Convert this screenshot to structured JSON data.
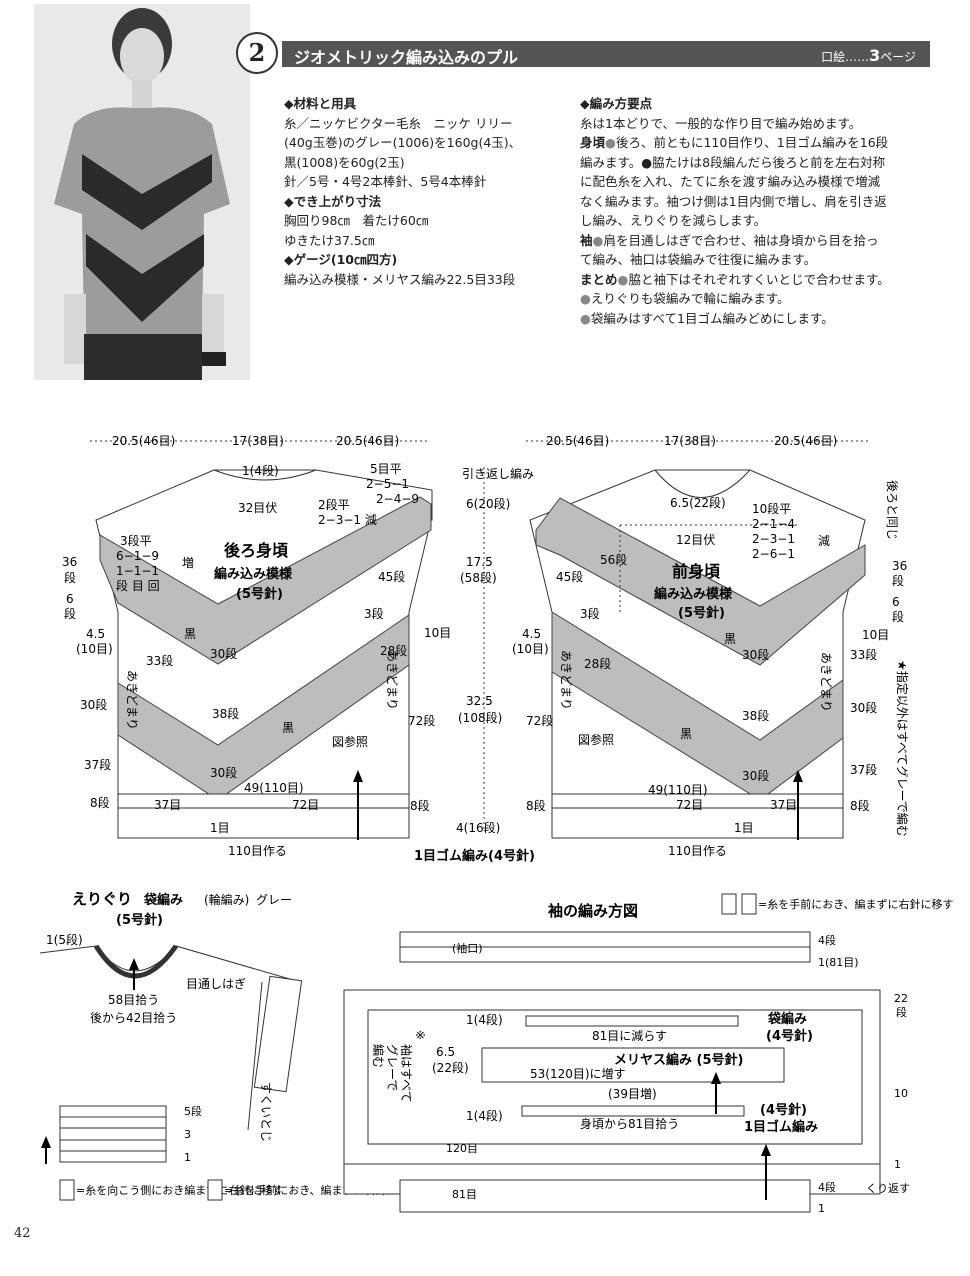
{
  "header": {
    "number": "2",
    "title": "ジオメトリック編み込みのプル",
    "page_ref_prefix": "口絵",
    "page_ref_dots": "……",
    "page_ref_num": "3",
    "page_ref_suffix": "ページ"
  },
  "materials": {
    "heading": "◆材料と用具",
    "lines": [
      "糸／ニッケビクター毛糸　ニッケ リリー",
      "(40g玉巻)のグレー(1006)を160g(4玉)、",
      "黒(1008)を60g(2玉)",
      "針／5号・4号2本棒針、5号4本棒針"
    ]
  },
  "finished": {
    "heading": "◆でき上がり寸法",
    "lines": [
      "胸回り98㎝　着たけ60㎝",
      "ゆきたけ37.5㎝"
    ]
  },
  "gauge": {
    "heading": "◆ゲージ(10㎝四方)",
    "lines": [
      "編み込み模様・メリヤス編み22.5目33段"
    ]
  },
  "method": {
    "heading": "◆編み方要点",
    "p1": "糸は1本どりで、一般的な作り目で編み始めます。",
    "body_label": "身頃",
    "body_lines": [
      "後ろ、前ともに110目作り、1目ゴム編みを16段",
      "編みます。●脇たけは8段編んだら後ろと前を左右対称",
      "に配色糸を入れ、たてに糸を渡す編み込み模様で増減",
      "なく編みます。袖つけ側は1目内側で増し、肩を引き返",
      "し編み、えりぐりを減らします。"
    ],
    "sleeve_label": "袖",
    "sleeve_lines": [
      "肩を目通しはぎで合わせ、袖は身頃から目を拾っ",
      "て編み、袖口は袋編みで往復に編みます。"
    ],
    "finish_label": "まとめ",
    "finish_lines": [
      "脇と袖下はそれぞれすくいとじで合わせます。"
    ],
    "note_lines": [
      "えりぐりも袋編みで輪に編みます。",
      "袋編みはすべて1目ゴム編みどめにします。"
    ]
  },
  "back": {
    "title": "後ろ身頃",
    "pattern": "編み込み模様",
    "needle": "(5号針)",
    "top_widths": [
      "20.5(46目)",
      "17(38目)",
      "20.5(46目)"
    ],
    "neck_rows": "1(4段)",
    "neck_bind": "32目伏",
    "neck_dec": [
      "2段平",
      "2−3−1 減"
    ],
    "shoulder": [
      "5目平",
      "2−5−1",
      "2−4−9"
    ],
    "short_row": "引き返し編み",
    "shoulder_h": "6(20段)",
    "armhole_h": "17.5",
    "armhole_h2": "(58段)",
    "body_h": "32.5",
    "body_h2": "(108段)",
    "rib_h": "4(16段)",
    "inc": [
      "3段平",
      "6−1−9",
      "1−1−1",
      "段 目 回"
    ],
    "inc_word": "増",
    "left_labels": [
      "36",
      "段",
      "6",
      "段",
      "4.5",
      "(10目)",
      "30段",
      "37段",
      "8段"
    ],
    "stripe": [
      "45段",
      "3段",
      "黒",
      "30段",
      "33段",
      "38段",
      "黒",
      "30段",
      "28段"
    ],
    "right_labels": [
      "10目",
      "72段",
      "8段"
    ],
    "open": "あきどまり",
    "see_fig": "図参照",
    "bottom_width": "49(110目)",
    "bottom_split": [
      "37目",
      "72目"
    ],
    "rib_label": "1目",
    "cast_on": "110目作る",
    "rib_name": "1目ゴム編み(4号針)"
  },
  "front": {
    "title": "前身頃",
    "pattern": "編み込み模様",
    "needle": "(5号針)",
    "top_widths": [
      "20.5(46目)",
      "17(38目)",
      "20.5(46目)"
    ],
    "neck_h": "6.5(22段)",
    "neck_bind": "12目伏",
    "neck_dec": [
      "10段平",
      "2−1−4",
      "2−3−1",
      "2−6−1"
    ],
    "dec_word": "減",
    "same_as_back": "後ろと同じ",
    "neck_depth": "56段",
    "labels": [
      "45段",
      "3段",
      "4.5",
      "(10目)",
      "28段",
      "72段",
      "図参照",
      "黒",
      "30段",
      "黒",
      "38段",
      "30段",
      "8段",
      "36",
      "段",
      "6",
      "段",
      "10目",
      "33段",
      "30段",
      "37段",
      "8段"
    ],
    "open": "あきどまり",
    "bottom_width": "49(110目)",
    "bottom_split": [
      "72目",
      "37目"
    ],
    "rib_label": "1目",
    "cast_on": "110目作る",
    "side_note": "★指定以外はすべてグレーで編む"
  },
  "collar": {
    "title": "えりぐり",
    "method": "袋編み",
    "round": "(輪編み)",
    "color": "グレー",
    "needle": "(5号針)",
    "rows": "1(5段)",
    "pick": "58目拾う",
    "pick_back": "後から42目拾う",
    "seam": "目通しはぎ",
    "side": "すくいとじ",
    "chart_rows": [
      "5段",
      "3",
      "1"
    ],
    "legend1": "=糸を向こう側におき編まずに右針に移す",
    "legend2": "=糸を手前におき、編まずに右針に移す"
  },
  "sleeve": {
    "title": "袖の編み方図",
    "legend": "=糸を手前におき、編まずに右針に移す",
    "cuff": "(袖口)",
    "top_rows": [
      "4段",
      "1(81目)"
    ],
    "right_rows": [
      "22",
      "段",
      "10",
      "1",
      "4段",
      "1"
    ],
    "fold": "くり返す",
    "cuff_name": "袋編み",
    "cuff_needle": "(4号針)",
    "cuff_rows": "1(4段)",
    "reduce": "81目に減らす",
    "height": "6.5",
    "height2": "(22段)",
    "body_name": "メリヤス編み (5号針)",
    "increase": "53(120目)に増す",
    "inc39": "(39目増)",
    "rib_rows": "1(4段)",
    "pick": "身頃から81目拾う",
    "rib_needle": "(4号針)",
    "rib_name": "1目ゴム編み",
    "note": [
      "※",
      "袖はすべて",
      "グレーで",
      "編む"
    ],
    "stitch120": "120目",
    "stitch81": "81目"
  },
  "page_number": "42"
}
